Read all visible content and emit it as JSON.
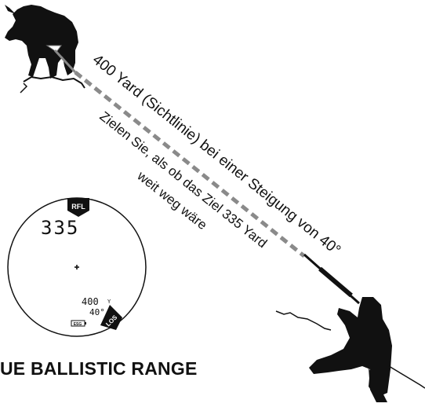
{
  "annotations": {
    "line_of_sight": "400 Yard (Sichtlinie) bei einer Steigung von 40°",
    "aim_line1": "Zielen Sie, als ob das Ziel 335 Yard",
    "aim_line2": "weit weg wäre"
  },
  "display": {
    "mode_badge": "RFL",
    "main_reading": "335",
    "los_distance": "400",
    "los_unit": "Y",
    "angle": "40°",
    "los_badge": "LOS",
    "battery_label": "ESG"
  },
  "section_title": "UE BALLISTIC RANGE",
  "icons": [
    "mountain-goat-silhouette",
    "hunter-rifle-silhouette",
    "crosshair-icon",
    "battery-icon"
  ]
}
